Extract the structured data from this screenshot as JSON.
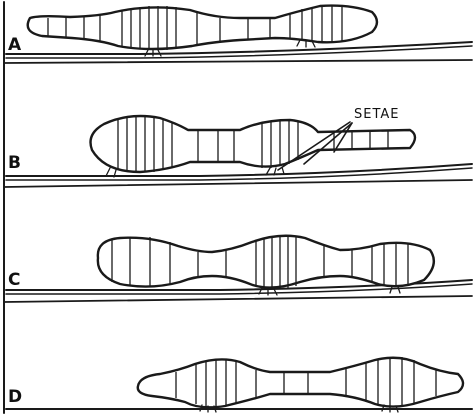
{
  "panels": [
    {
      "letter": "A"
    },
    {
      "letter": "B"
    },
    {
      "letter": "C"
    },
    {
      "letter": "D"
    }
  ],
  "callout": {
    "label": "SETAE"
  }
}
